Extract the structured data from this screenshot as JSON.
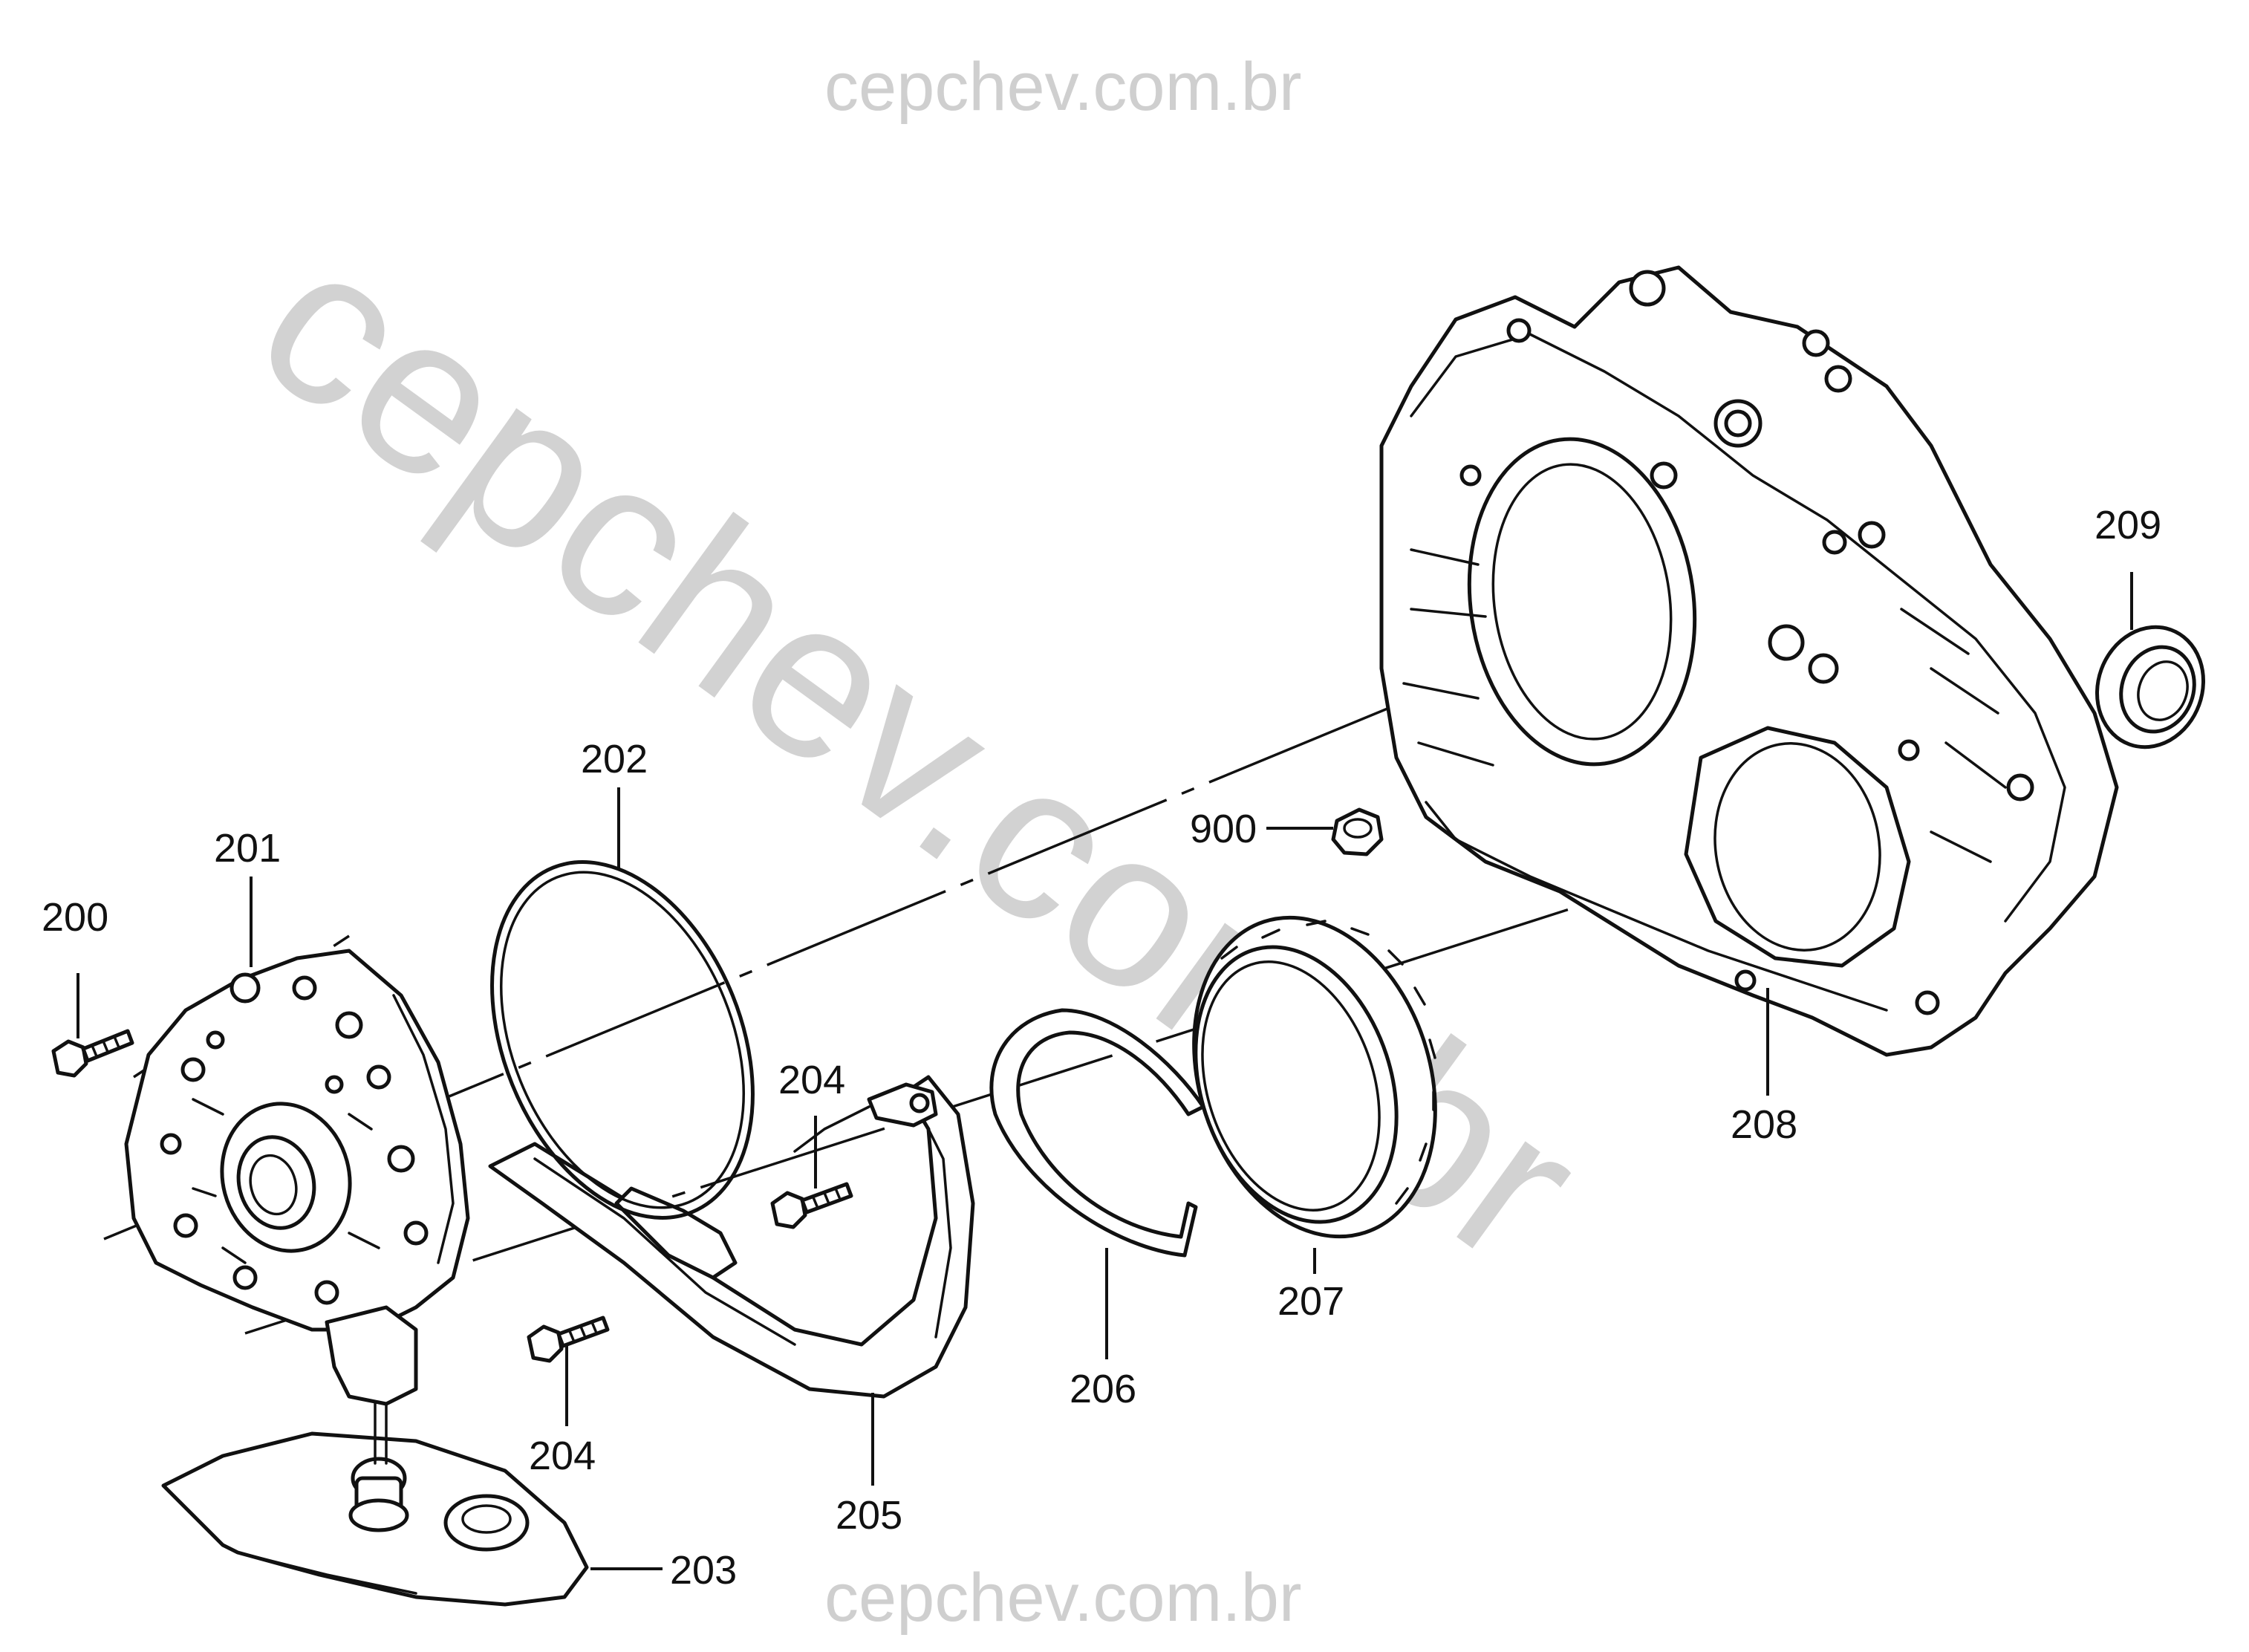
{
  "watermark": {
    "top": "cepchev.com.br",
    "diagonal": "cepchev.com.br",
    "bottom": "cepchev.com.br"
  },
  "callouts": [
    {
      "id": "200",
      "label": "200"
    },
    {
      "id": "201",
      "label": "201"
    },
    {
      "id": "202",
      "label": "202"
    },
    {
      "id": "203",
      "label": "203"
    },
    {
      "id": "204a",
      "label": "204"
    },
    {
      "id": "204b",
      "label": "204"
    },
    {
      "id": "205",
      "label": "205"
    },
    {
      "id": "206",
      "label": "206"
    },
    {
      "id": "207",
      "label": "207"
    },
    {
      "id": "208",
      "label": "208"
    },
    {
      "id": "209",
      "label": "209"
    },
    {
      "id": "900",
      "label": "900"
    }
  ],
  "colors": {
    "line": "#111111",
    "watermark": "#cfcfcf",
    "background": "#ffffff"
  }
}
